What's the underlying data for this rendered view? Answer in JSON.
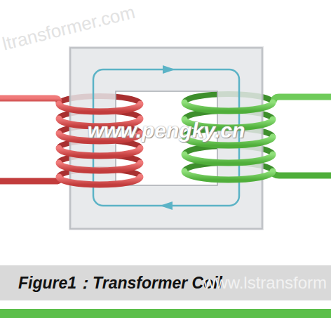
{
  "diagram": {
    "caption": "Figure1：Transformer Coil",
    "labels": [
      "ltransformer.com",
      "www.pengky.cn",
      "www.lstransform"
    ]
  }
}
